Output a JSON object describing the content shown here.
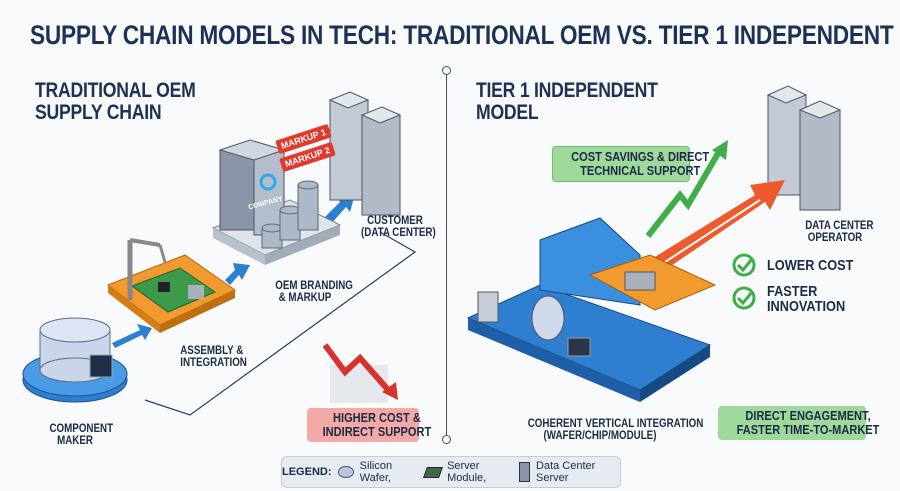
{
  "title": "SUPPLY CHAIN MODELS IN TECH: TRADITIONAL OEM VS. TIER 1 INDEPENDENT",
  "left": {
    "heading_line1": "TRADITIONAL OEM",
    "heading_line2": "SUPPLY CHAIN",
    "steps": [
      {
        "line1": "COMPONENT",
        "line2": "MAKER"
      },
      {
        "line1": "ASSEMBLY &",
        "line2": "INTEGRATION"
      },
      {
        "line1": "OEM BRANDING",
        "line2": "& MARKUP"
      },
      {
        "line1": "CUSTOMER",
        "line2": "(DATA CENTER)"
      }
    ],
    "markup_tags": [
      "MARKUP 1",
      "MARKUP 2"
    ],
    "company_logo": "COMPANY",
    "outcome_line1": "HIGHER COST &",
    "outcome_line2": "INDIRECT SUPPORT"
  },
  "right": {
    "heading_line1": "TIER 1 INDEPENDENT",
    "heading_line2": "MODEL",
    "callout_line1": "COST SAVINGS & DIRECT",
    "callout_line2": "TECHNICAL SUPPORT",
    "customer_line1": "DATA CENTER",
    "customer_line2": "OPERATOR",
    "benefits": [
      {
        "line1": "LOWER COST",
        "line2": ""
      },
      {
        "line1": "FASTER",
        "line2": "INNOVATION"
      }
    ],
    "integration_line1": "COHERENT VERTICAL INTEGRATION",
    "integration_line2": "(WAFER/CHIP/MODULE)",
    "outcome_line1": "DIRECT ENGAGEMENT,",
    "outcome_line2": "FASTER TIME-TO-MARKET"
  },
  "legend": {
    "label": "LEGEND:",
    "items": [
      "Silicon Wafer,",
      "Server Module,",
      "Data Center Server"
    ]
  },
  "colors": {
    "navy": "#1c3155",
    "blue": "#2f7fd0",
    "orange": "#f29a2e",
    "red": "#e03a2f",
    "green": "#3fae49",
    "pink_box": "#f3a9a6",
    "green_box": "#9ed99b"
  }
}
